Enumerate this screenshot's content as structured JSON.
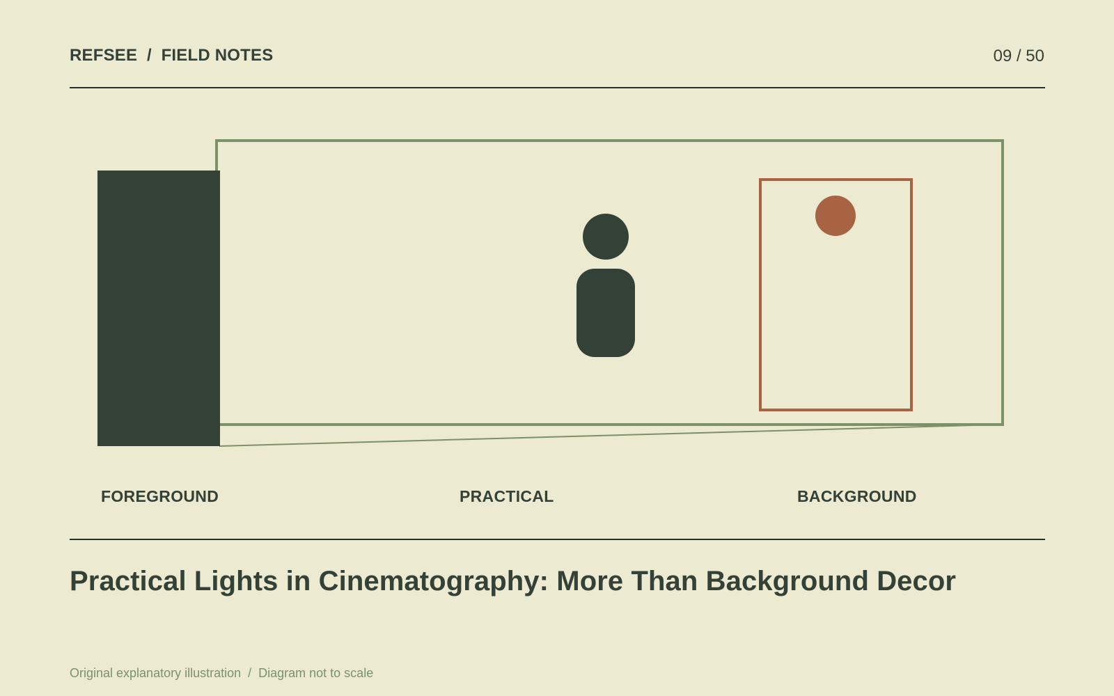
{
  "header": {
    "brand": "REFSEE  /  FIELD NOTES",
    "page_counter": "09 / 50"
  },
  "diagram": {
    "labels": {
      "foreground": "FOREGROUND",
      "practical": "PRACTICAL",
      "background": "BACKGROUND"
    },
    "colors": {
      "background": "#ECEBD2",
      "dark": "#344136",
      "frame": "#7B9168",
      "accent": "#A86442"
    }
  },
  "title": "Practical Lights in Cinematography: More Than Background Decor",
  "footnote": "Original explanatory illustration  /  Diagram not to scale"
}
